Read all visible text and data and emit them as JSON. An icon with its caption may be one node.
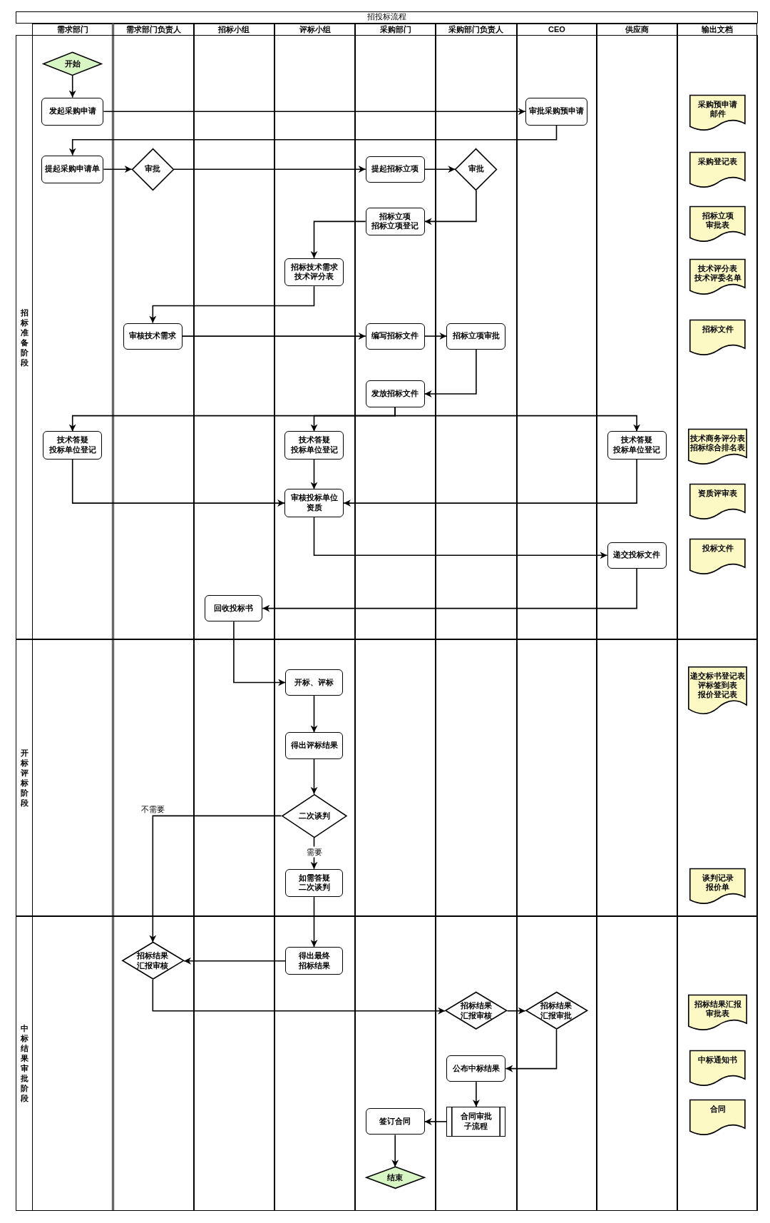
{
  "diagram": {
    "title": "招投标流程",
    "nodes": [
      {
        "text": [
          "开始"
        ]
      },
      {
        "text": [
          "发起采购申请"
        ]
      },
      {
        "text": [
          "审批采购预申请"
        ]
      },
      {
        "text": [
          "提起采购申请单"
        ]
      },
      {
        "text": [
          "审批"
        ]
      },
      {
        "text": [
          "提起招标立项"
        ]
      },
      {
        "text": [
          "审批"
        ]
      },
      {
        "text": [
          "招标立项招标立项登记"
        ]
      },
      {
        "text": [
          "招标技术需求技术评分表"
        ]
      },
      {
        "text": [
          "审核技术需求"
        ]
      },
      {
        "text": [
          "编写招标文件"
        ]
      },
      {
        "text": [
          "招标立项审批"
        ]
      },
      {
        "text": [
          "发放招标文件"
        ]
      },
      {
        "text": [
          "技术答疑投标单位登记"
        ]
      },
      {
        "text": [
          "技术答疑投标单位登记"
        ]
      },
      {
        "text": [
          "技术答疑投标单位登记"
        ]
      },
      {
        "text": [
          "审核投标单位资质"
        ]
      },
      {
        "text": [
          "递交投标文件"
        ]
      },
      {
        "text": [
          "回收投标书"
        ]
      },
      {
        "text": [
          "开标、评标"
        ]
      },
      {
        "text": [
          "得出评标结果"
        ]
      },
      {
        "text": [
          "二次谈判"
        ]
      },
      {
        "text": [
          "如需答疑二次谈判"
        ]
      },
      {
        "text": [
          "招标结果汇报审核"
        ]
      },
      {
        "text": [
          "得出最终招标结果"
        ]
      },
      {
        "text": [
          "招标结果汇报审核"
        ]
      },
      {
        "text": [
          "招标结果汇报审批"
        ]
      },
      {
        "text": [
          "公布中标结果"
        ]
      },
      {
        "text": [
          "合同审批子流程"
        ]
      },
      {
        "text": [
          "签订合同"
        ]
      },
      {
        "text": [
          "结束"
        ]
      },
      {
        "text": [
          "采购预申请邮件"
        ]
      },
      {
        "text": [
          "采购登记表"
        ]
      },
      {
        "text": [
          "招标立项审批表"
        ]
      },
      {
        "text": [
          "技术评分表技术评委名单"
        ]
      },
      {
        "text": [
          "招标文件"
        ]
      },
      {
        "text": [
          "技术商务评分表招标综合排名表"
        ]
      },
      {
        "text": [
          "资质评审表"
        ]
      },
      {
        "text": [
          "投标文件"
        ]
      },
      {
        "text": [
          "递交标书登记表评标签到表报价登记表"
        ]
      },
      {
        "text": [
          "谈判记录报价单"
        ]
      },
      {
        "text": [
          "招标结果汇报审批表"
        ]
      },
      {
        "text": [
          "中标通知书"
        ]
      },
      {
        "text": [
          "合同"
        ]
      }
    ],
    "edges": [
      {
        "from": 0,
        "to": 1,
        "arrow": "to"
      },
      {
        "from": 1,
        "to": 2,
        "arrow": "to"
      },
      {
        "from": 2,
        "to": 3,
        "arrow": "to"
      },
      {
        "from": 3,
        "to": 4,
        "arrow": "to"
      },
      {
        "from": 4,
        "to": 5,
        "arrow": "to"
      },
      {
        "from": 5,
        "to": 6,
        "arrow": "to"
      },
      {
        "from": 6,
        "to": 7,
        "arrow": "to"
      },
      {
        "from": 7,
        "to": 8,
        "arrow": "to"
      },
      {
        "from": 8,
        "to": 9,
        "arrow": "to"
      },
      {
        "from": 9,
        "to": 10,
        "arrow": "to"
      },
      {
        "from": 10,
        "to": 11,
        "arrow": "to"
      },
      {
        "from": 11,
        "to": 12,
        "arrow": "to"
      },
      {
        "from": 12,
        "to": 13,
        "arrow": "to"
      },
      {
        "from": 12,
        "to": 14,
        "arrow": "to"
      },
      {
        "from": 12,
        "to": 15,
        "arrow": "to"
      },
      {
        "from": 13,
        "to": 16,
        "arrow": "to"
      },
      {
        "from": 14,
        "to": 16,
        "arrow": "to"
      },
      {
        "from": 15,
        "to": 16,
        "arrow": "to"
      },
      {
        "from": 16,
        "to": 17,
        "arrow": "to"
      },
      {
        "from": 17,
        "to": 18,
        "arrow": "to"
      },
      {
        "from": 18,
        "to": 19,
        "arrow": "to"
      },
      {
        "from": 19,
        "to": 20,
        "arrow": "to"
      },
      {
        "from": 20,
        "to": 21,
        "arrow": "to"
      },
      {
        "from": 21,
        "to": 23,
        "arrow": "to",
        "label": "不需要"
      },
      {
        "from": 21,
        "to": 22,
        "arrow": "to",
        "label": "需要"
      },
      {
        "from": 22,
        "to": 24,
        "arrow": "to"
      },
      {
        "from": 24,
        "to": 23,
        "arrow": "to"
      },
      {
        "from": 23,
        "to": 25,
        "arrow": "to"
      },
      {
        "from": 25,
        "to": 26,
        "arrow": "to"
      },
      {
        "from": 26,
        "to": 27,
        "arrow": "to"
      },
      {
        "from": 27,
        "to": 28,
        "arrow": "to"
      },
      {
        "from": 28,
        "to": 29,
        "arrow": "to"
      },
      {
        "from": 29,
        "to": 30,
        "arrow": "to"
      }
    ],
    "labels": [
      "需求部门",
      "需求部门负责人",
      "招标小组",
      "评标小组",
      "采购部门",
      "采购部门负责人",
      "CEO",
      "供应商",
      "输出文档",
      "招标准备阶段",
      "开标评标阶段",
      "中标结果审批阶段"
    ]
  }
}
